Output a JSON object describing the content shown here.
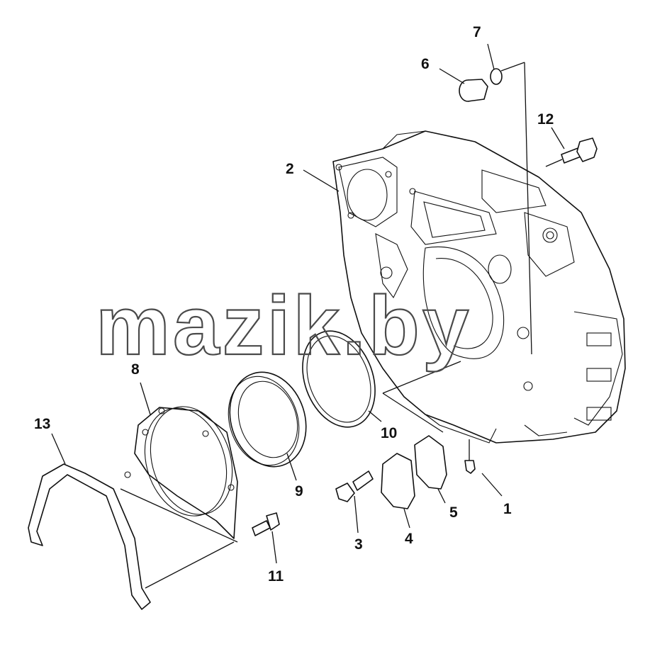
{
  "watermark": "mazik.by",
  "callouts": [
    "1",
    "2",
    "3",
    "4",
    "5",
    "6",
    "7",
    "8",
    "9",
    "10",
    "11",
    "12",
    "13"
  ],
  "colors": {
    "ink": "#111111",
    "background": "#ffffff",
    "watermark": "#4a4a4a"
  }
}
